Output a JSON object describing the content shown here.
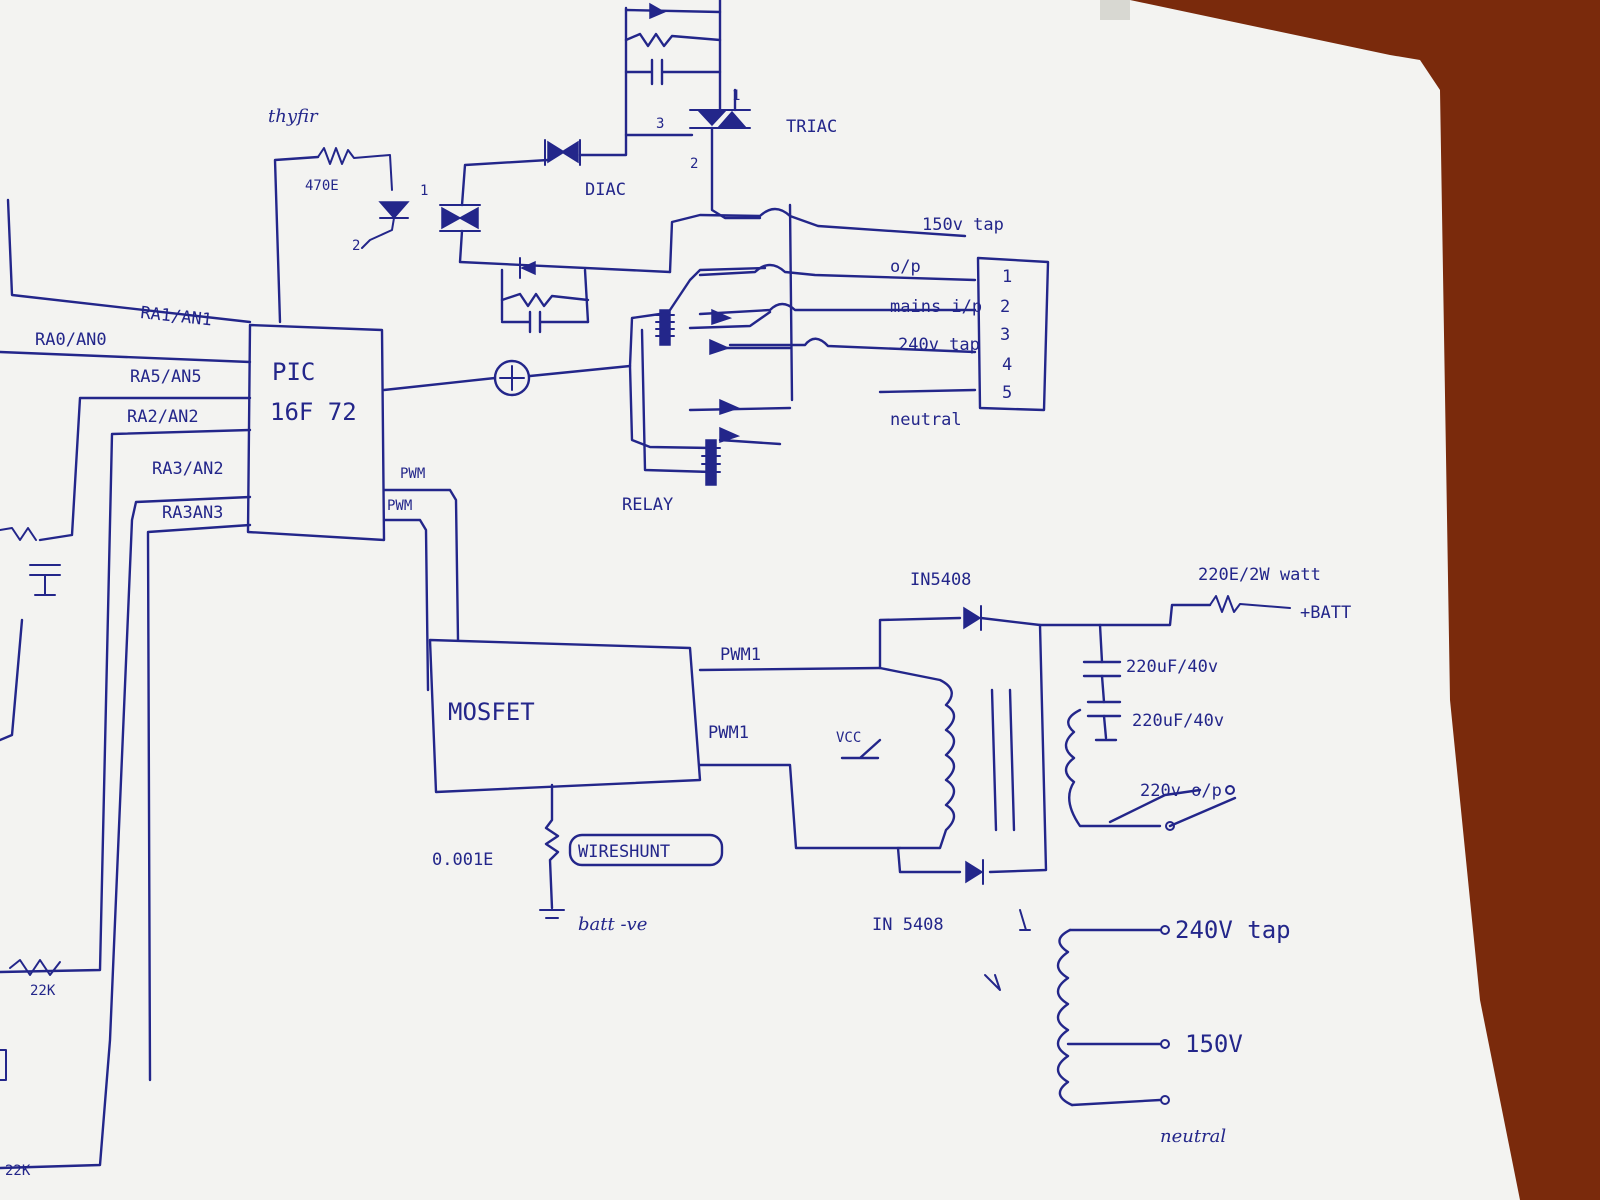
{
  "diagram": {
    "blocks": {
      "pic": [
        "PIC",
        "16F 72"
      ],
      "mosfet": "MOSFET",
      "relay": "RELAY",
      "triac": "TRIAC",
      "diac": "DIAC",
      "thyristor": "thyfir",
      "wireshunt": "WIRESHUNT"
    },
    "pic_pins": {
      "ra1_an1": "RA1/AN1",
      "ra0_an0": "RA0/AN0",
      "ra5_an5": "RA5/AN5",
      "ra2_an2": "RA2/AN2",
      "ra3_an2": "RA3/AN2",
      "ra3": "RA3AN3",
      "pwm1": "PWM",
      "pwm2": "PWM"
    },
    "components": {
      "r_thyristor": "470E",
      "r_shunt": "0.001E",
      "diode_top": "IN5408",
      "diode_bottom": "IN 5408",
      "r_batt": "220E/2W watt",
      "batt_pos": "+BATT",
      "cap1": "220uF/40v",
      "cap2": "220uF/40v",
      "out_220": "220v o/p",
      "vcc": "VCC",
      "batt_neg": "batt -ve",
      "r_22k_a": "22K",
      "r_22k_b": "22K",
      "triac_pin1": "1",
      "triac_pin2": "2",
      "triac_pin3": "3",
      "thyr_pin1": "1",
      "thyr_pin2": "2"
    },
    "mosfet_pins": {
      "pwm1_top": "PWM1",
      "pwm1_bot": "PWM1"
    },
    "connector": {
      "pins": [
        "1",
        "2",
        "3",
        "4",
        "5"
      ],
      "labels": [
        "150v tap",
        "o/p",
        "mains i/p",
        "240v tap",
        "neutral"
      ]
    },
    "transformer_taps": [
      "240V tap",
      "150V",
      "neutral"
    ]
  }
}
